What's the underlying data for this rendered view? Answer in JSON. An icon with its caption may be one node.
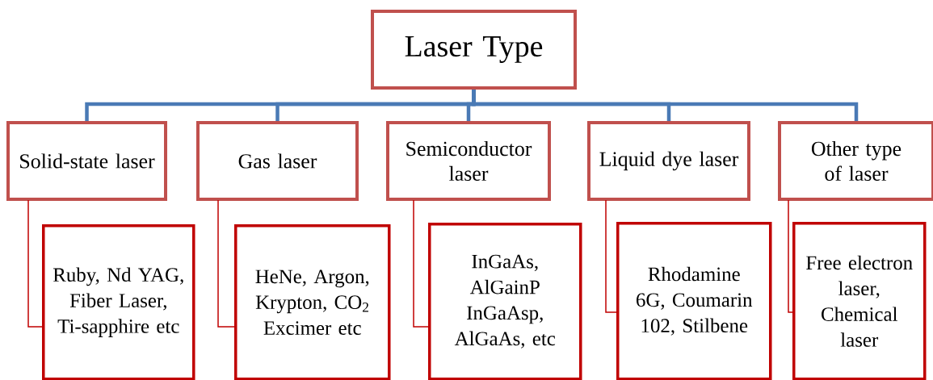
{
  "diagram": {
    "nodes": [
      {
        "text": [
          "Laser Type"
        ]
      },
      {
        "text": [
          "Solid-state laser"
        ]
      },
      {
        "text": [
          "Gas laser"
        ]
      },
      {
        "text": [
          "Semiconductor laser"
        ]
      },
      {
        "text": [
          "Liquid dye laser"
        ]
      },
      {
        "text": [
          "Other type of laser"
        ]
      },
      {
        "text": [
          "Ruby, Nd YAG, Fiber Laser, Ti-sapphire etc"
        ]
      },
      {
        "text": [
          "HeNe, Argon, Krypton, CO$_{2}$ Excimer etc"
        ]
      },
      {
        "text": [
          "InGaAs, AlGainP InGaAsp, AlGaAs, etc"
        ]
      },
      {
        "text": [
          "Rhodamine 6G, Coumarin 102, Stilbene"
        ]
      },
      {
        "text": [
          "Free electron laser, Chemical laser"
        ]
      }
    ],
    "edges": [
      {
        "from": 0,
        "to": 1,
        "arrow": "none",
        "style": "thick",
        "color": "#4a7ab5"
      },
      {
        "from": 0,
        "to": 2,
        "arrow": "none",
        "style": "thick",
        "color": "#4a7ab5"
      },
      {
        "from": 0,
        "to": 3,
        "arrow": "none",
        "style": "thick",
        "color": "#4a7ab5"
      },
      {
        "from": 0,
        "to": 4,
        "arrow": "none",
        "style": "thick",
        "color": "#4a7ab5"
      },
      {
        "from": 0,
        "to": 5,
        "arrow": "none",
        "style": "thick",
        "color": "#4a7ab5"
      },
      {
        "from": 1,
        "to": 6,
        "arrow": "none",
        "color": "#c00000"
      },
      {
        "from": 2,
        "to": 7,
        "arrow": "none",
        "color": "#c00000"
      },
      {
        "from": 3,
        "to": 8,
        "arrow": "none",
        "color": "#c00000"
      },
      {
        "from": 4,
        "to": 9,
        "arrow": "none",
        "color": "#c00000"
      },
      {
        "from": 5,
        "to": 10,
        "arrow": "none",
        "color": "#c00000"
      }
    ]
  }
}
